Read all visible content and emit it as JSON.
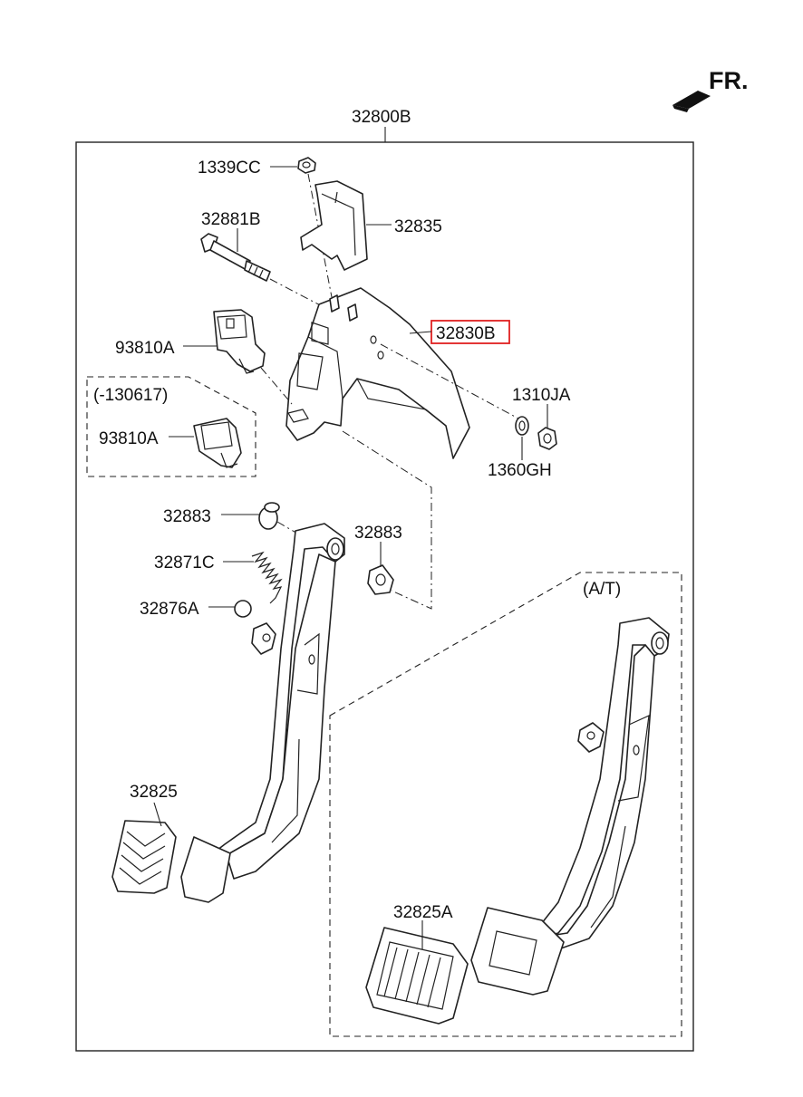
{
  "direction": {
    "label": "FR."
  },
  "assembly": {
    "label": "32800B"
  },
  "highlight_color": "#e02020",
  "parts": {
    "nut_1339cc": "1339CC",
    "bracket_32835": "32835",
    "bolt_32881b": "32881B",
    "member_32830b": "32830B",
    "switch_93810a": "93810A",
    "prior_range": "(-130617)",
    "switch_93810a_old": "93810A",
    "nut_1310ja": "1310JA",
    "washer_1360gh": "1360GH",
    "bushing_32883_left": "32883",
    "bushing_32883_right": "32883",
    "spring_32871c": "32871C",
    "stopper_32876a": "32876A",
    "pad_32825": "32825",
    "at_variant": "(A/T)",
    "pad_32825a": "32825A"
  }
}
